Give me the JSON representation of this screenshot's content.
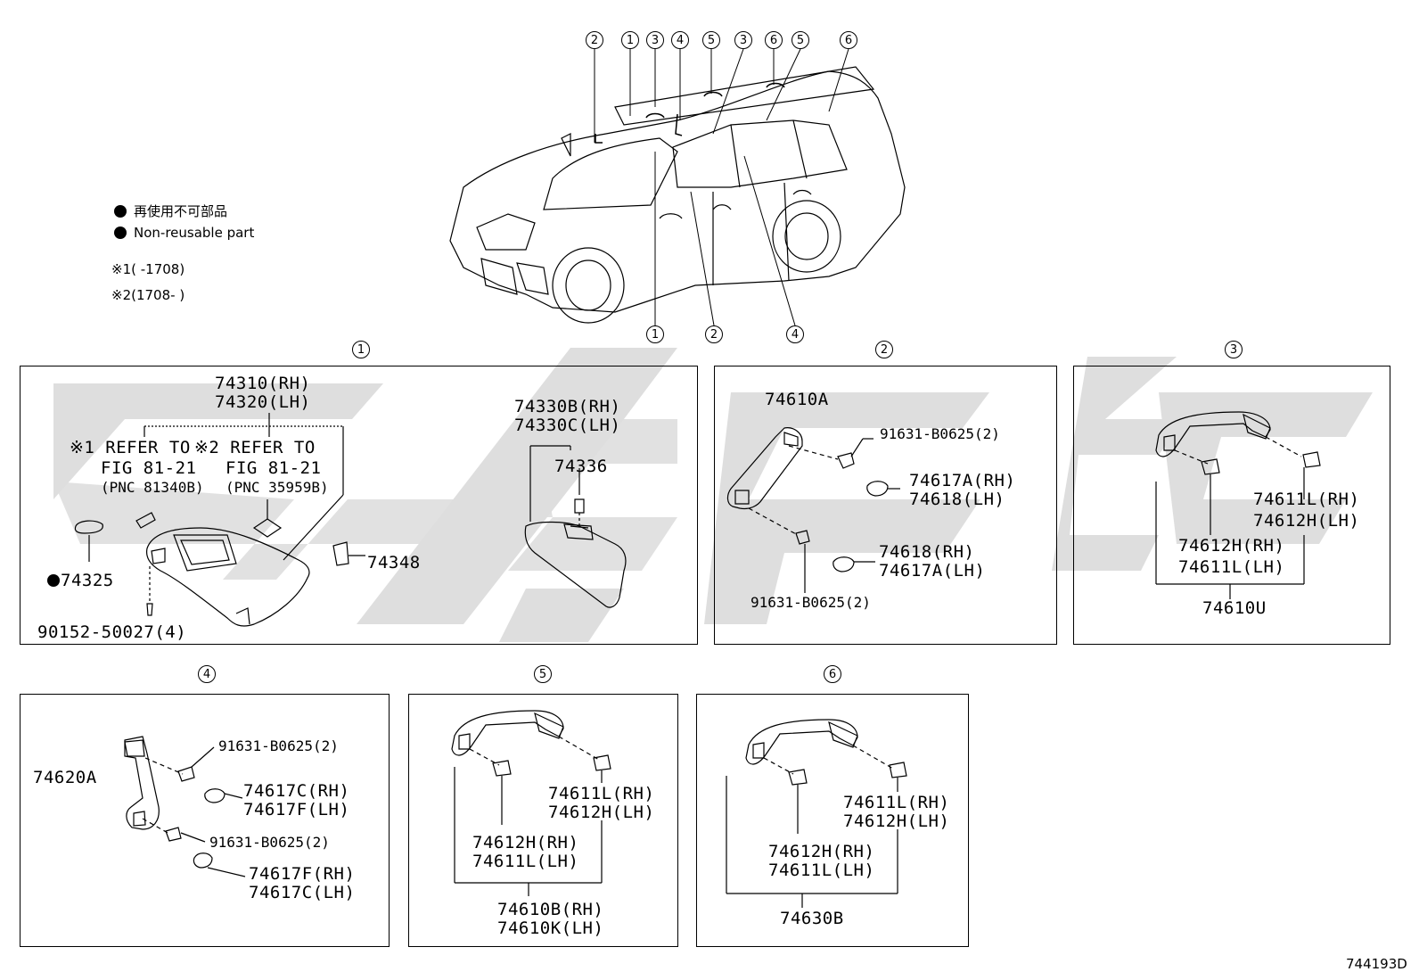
{
  "legend": {
    "jp": "再使用不可部品",
    "en": "Non-reusable part",
    "note1": "※1(      -1708)",
    "note2": "※2(1708-      )"
  },
  "car_callouts": [
    "2",
    "1",
    "3",
    "4",
    "5",
    "3",
    "6",
    "5",
    "6",
    "1",
    "2",
    "4"
  ],
  "panels": {
    "p1": {
      "number": "1",
      "visor_rh": "74310(RH)",
      "visor_lh": "74320(LH)",
      "ref1_a": "※1 REFER TO",
      "ref1_b": "FIG 81-21",
      "ref1_c": "(PNC 81340B)",
      "ref2_a": "※2 REFER TO",
      "ref2_b": "FIG 81-21",
      "ref2_c": "(PNC 35959B)",
      "holder_rh": "74330B(RH)",
      "holder_lh": "74330C(LH)",
      "clip": "74336",
      "part_74348": "74348",
      "part_74325": "74325",
      "screw": "90152-50027(4)"
    },
    "p2": {
      "number": "2",
      "bracket": "74610A",
      "bolt_top": "91631-B0625(2)",
      "cap_a_rh": "74617A(RH)",
      "cap_a_lh": "74618(LH)",
      "cap_b_rh": "74618(RH)",
      "cap_b_lh": "74617A(LH)",
      "bolt_bottom": "91631-B0625(2)"
    },
    "p3": {
      "number": "3",
      "clip_r_rh": "74611L(RH)",
      "clip_r_lh": "74612H(LH)",
      "clip_l_rh": "74612H(RH)",
      "clip_l_lh": "74611L(LH)",
      "assy": "74610U"
    },
    "p4": {
      "number": "4",
      "bracket": "74620A",
      "bolt_top": "91631-B0625(2)",
      "cap_a_rh": "74617C(RH)",
      "cap_a_lh": "74617F(LH)",
      "bolt_bottom": "91631-B0625(2)",
      "cap_b_rh": "74617F(RH)",
      "cap_b_lh": "74617C(LH)"
    },
    "p5": {
      "number": "5",
      "clip_r_rh": "74611L(RH)",
      "clip_r_lh": "74612H(LH)",
      "clip_l_rh": "74612H(RH)",
      "clip_l_lh": "74611L(LH)",
      "assy_rh": "74610B(RH)",
      "assy_lh": "74610K(LH)"
    },
    "p6": {
      "number": "6",
      "clip_r_rh": "74611L(RH)",
      "clip_r_lh": "74612H(LH)",
      "clip_l_rh": "74612H(RH)",
      "clip_l_lh": "74611L(LH)",
      "assy": "74630B"
    }
  },
  "figure_id": "744193D",
  "colors": {
    "ink": "#000000",
    "watermark": "#dcdcdc",
    "background": "#ffffff"
  }
}
